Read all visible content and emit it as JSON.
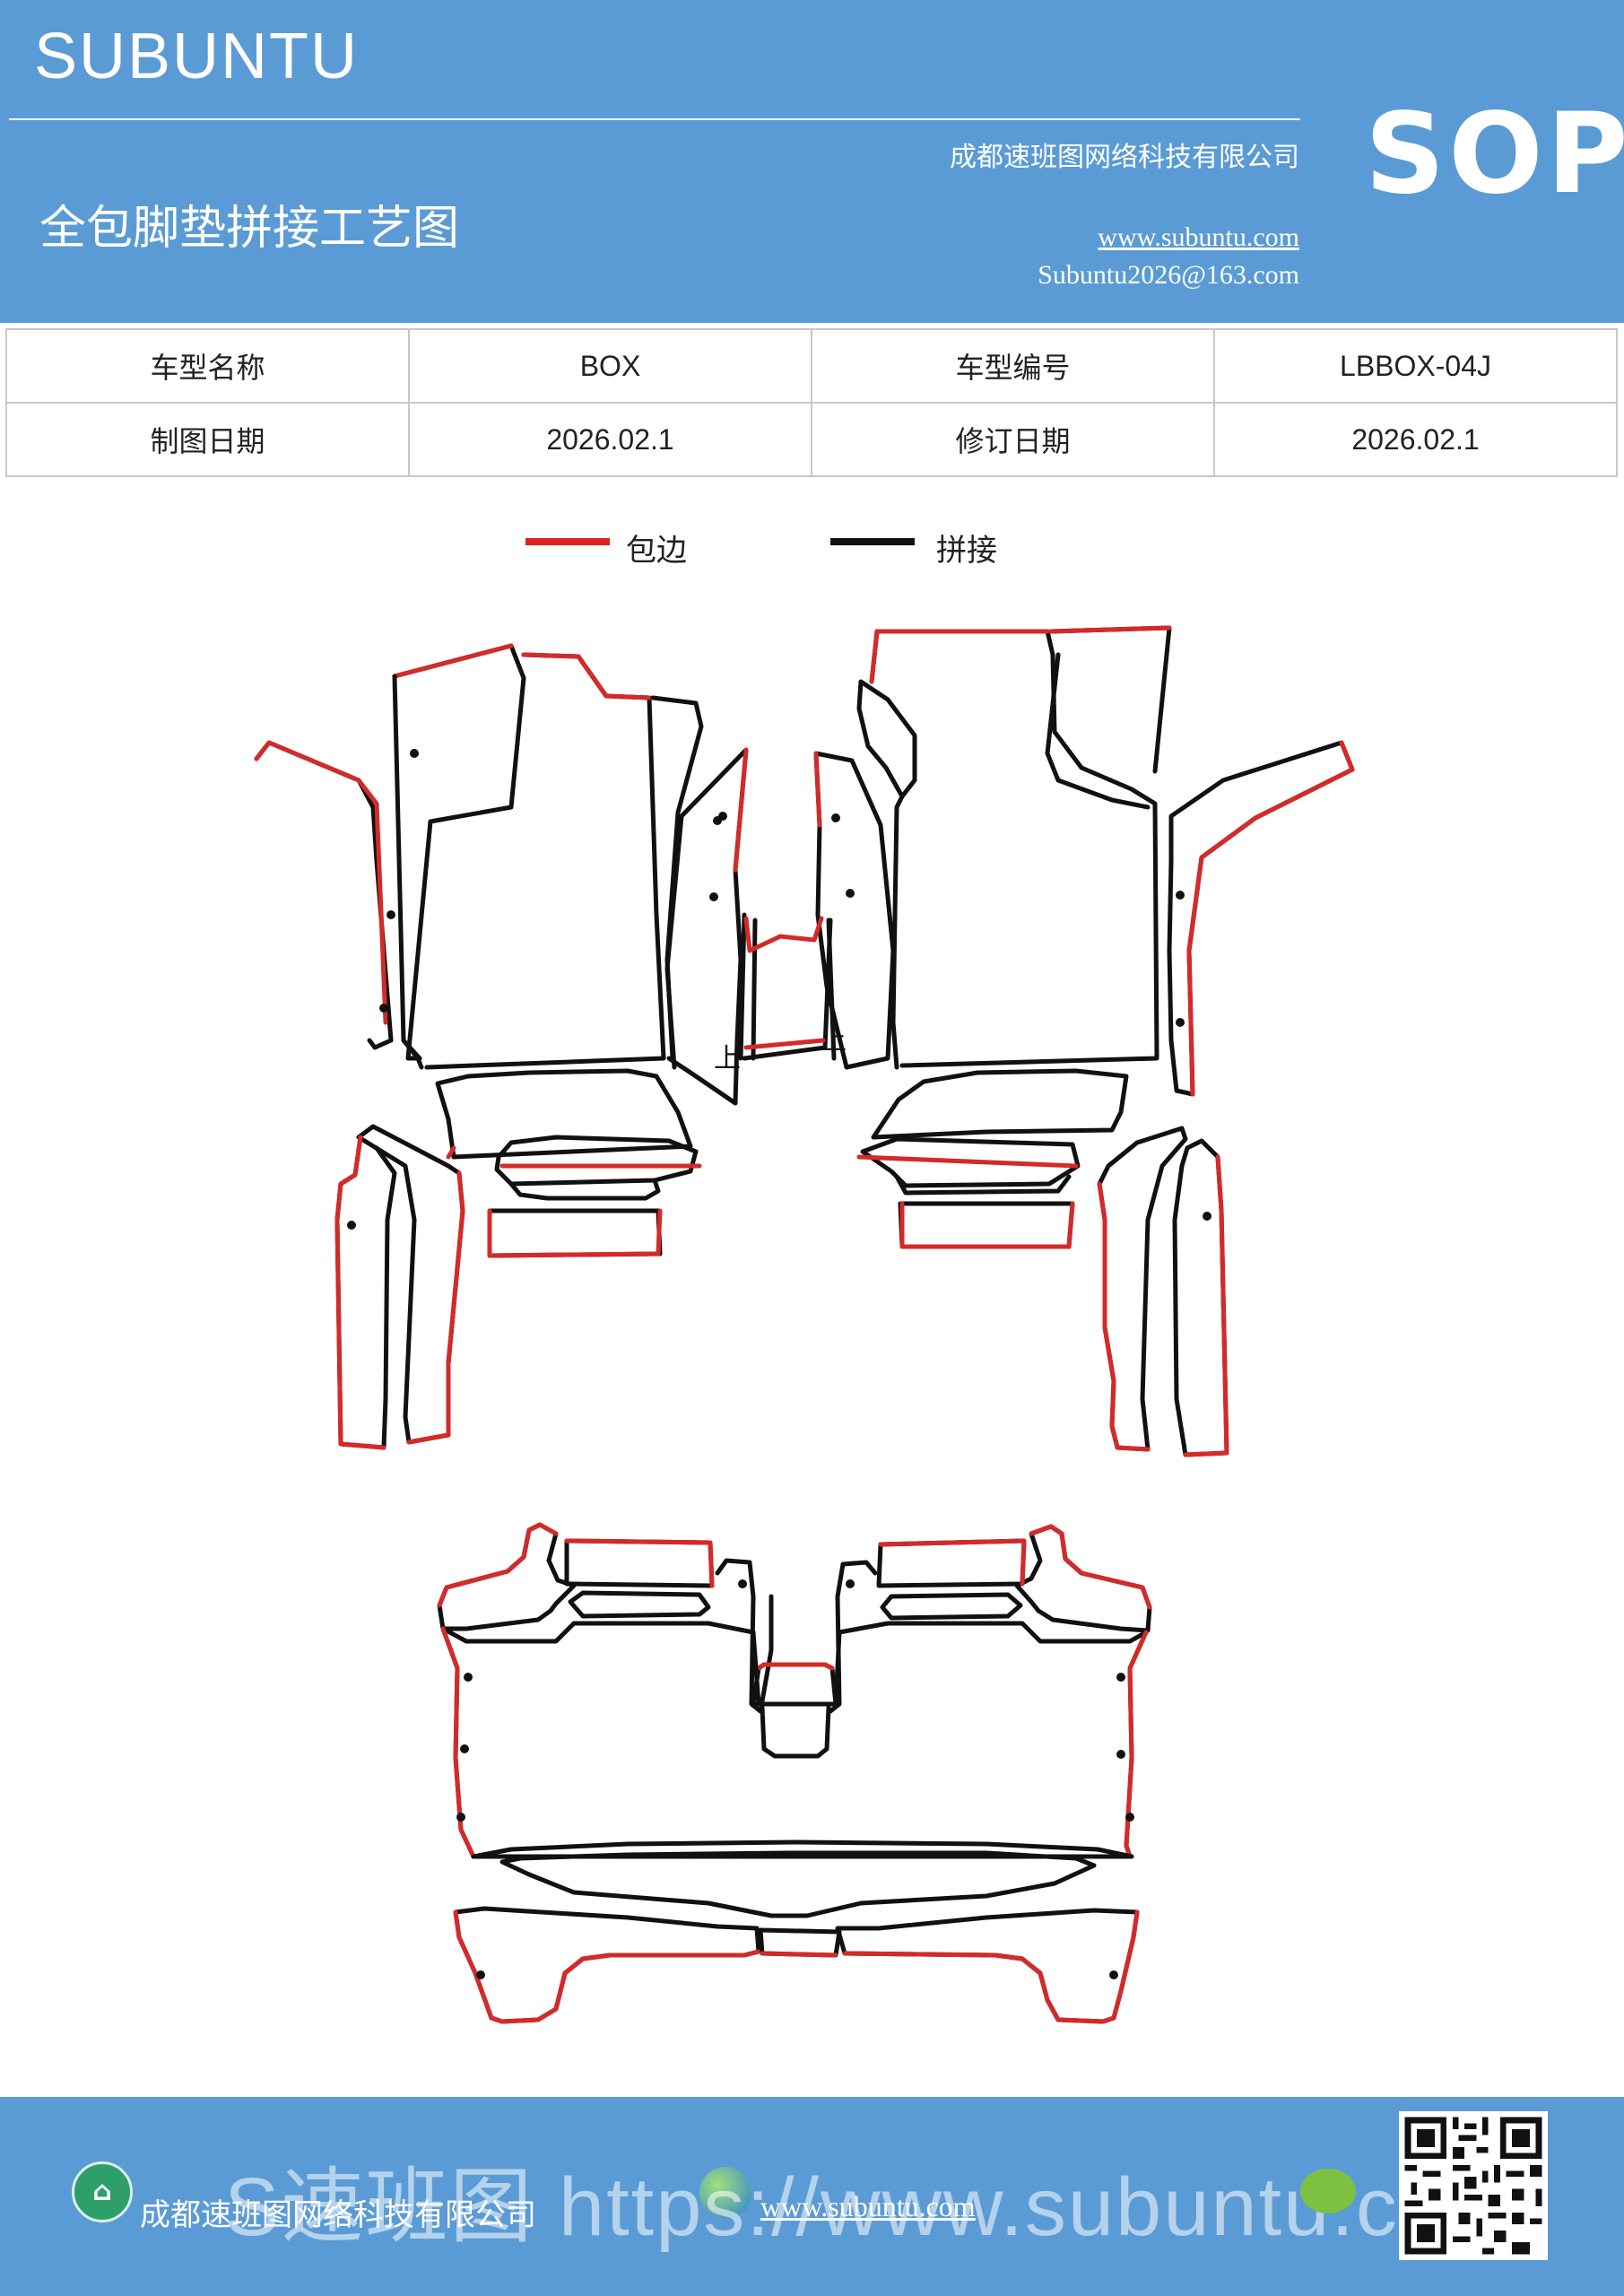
{
  "header": {
    "brand": "SUBUNTU",
    "title": "全包脚垫拼接工艺图",
    "company": "成都速班图网络科技有限公司",
    "website": "www.subuntu.com",
    "email": "Subuntu2026@163.com",
    "badge": "SOP"
  },
  "info_table": {
    "rows": [
      [
        {
          "label": "车型名称"
        },
        {
          "value": "BOX"
        },
        {
          "label": "车型编号"
        },
        {
          "value": "LBBOX-04J"
        }
      ],
      [
        {
          "label": "制图日期"
        },
        {
          "value": "2026.02.1"
        },
        {
          "label": "修订日期"
        },
        {
          "value": "2026.02.1"
        }
      ]
    ]
  },
  "legend": {
    "items": [
      {
        "label": "包边",
        "color": "#e02020"
      },
      {
        "label": "拼接",
        "color": "#111111"
      }
    ]
  },
  "diagram": {
    "marks": [
      "上",
      "上"
    ],
    "colors": {
      "edge": "#d42a2a",
      "seam": "#111111"
    }
  },
  "footer": {
    "company": "成都速班图网络科技有限公司",
    "website": "www.subuntu.com",
    "watermark": "S速班图 https://www.subuntu.com"
  }
}
